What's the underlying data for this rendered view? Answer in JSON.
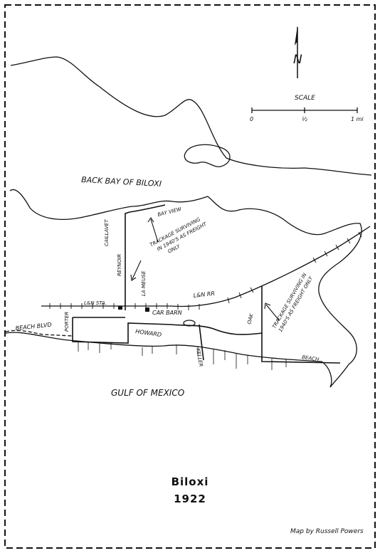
{
  "title": {
    "line1": "Biloxi",
    "line2": "1922"
  },
  "credit": "Map by Russell Powers",
  "north_label": "N",
  "scale": {
    "label": "SCALE",
    "start": "0",
    "mid": "½",
    "end": "1 mi"
  },
  "water": {
    "back_bay": "BACK BAY OF BILOXI",
    "gulf": "GULF OF MEXICO"
  },
  "streets": {
    "beach_blvd": "BEACH BLVD",
    "porter": "PORTER",
    "howard": "HOWARD",
    "keller": "KELLER",
    "oak": "OAK",
    "beach": "BEACH",
    "reynoir": "REYNOIR",
    "la_meuse": "LA MEUSE",
    "caillavet": "CAILLAVET",
    "bay_view": "BAY VIEW"
  },
  "places": {
    "ln_station": "L&N STA.",
    "car_barn": "CAR BARN",
    "ln_rr": "L&N RR"
  },
  "annotations": {
    "west_note": [
      "TRACKAGE SURVIVING",
      "IN 1940'S AS FREIGHT",
      "ONLY"
    ],
    "east_note": [
      "TRACKAGE SURVIVING IN",
      "1940'S AS FREIGHT ONLY"
    ]
  }
}
